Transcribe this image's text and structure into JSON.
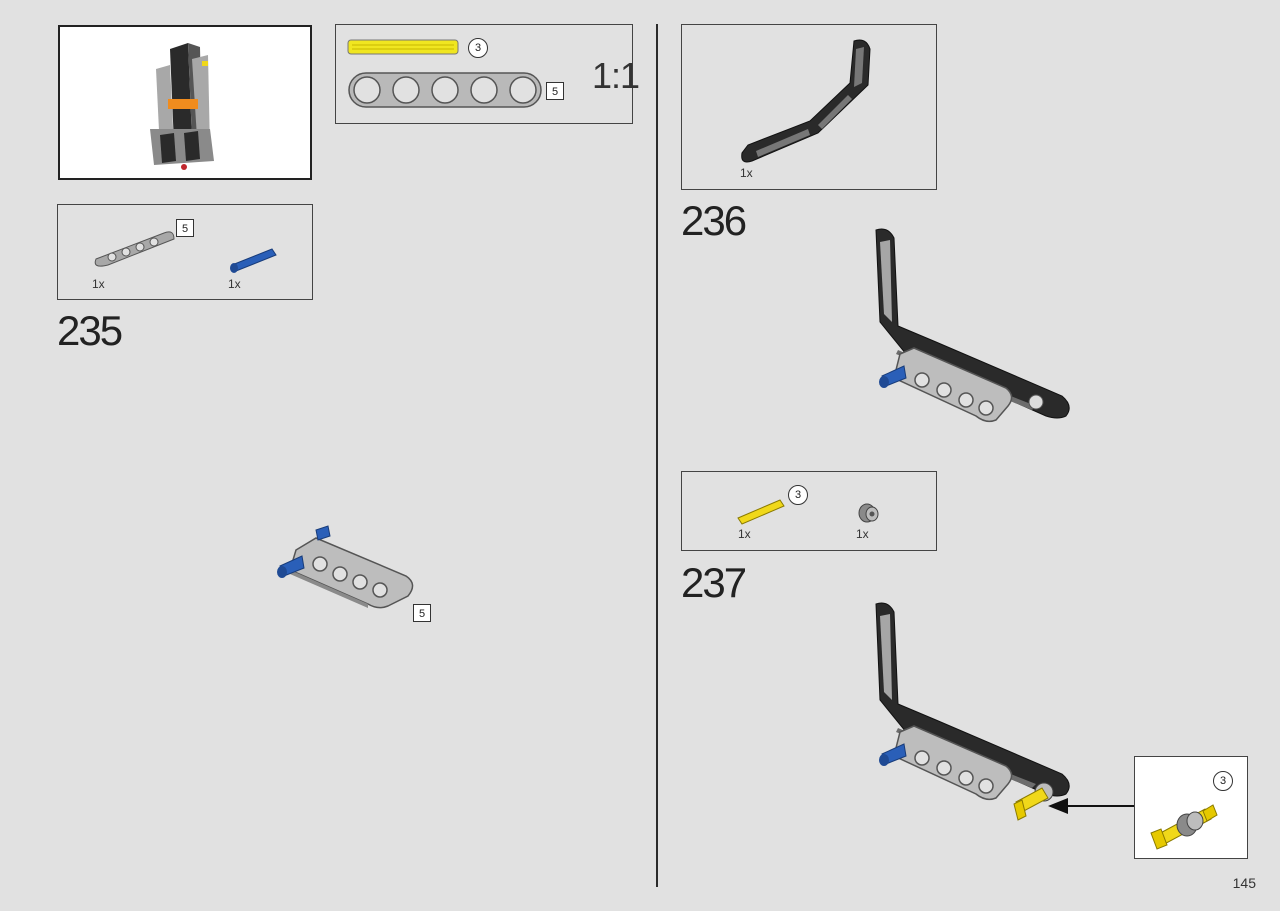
{
  "page_number": "145",
  "scale_label": "1:1",
  "scale_box": {
    "axle_count": "3",
    "beam_length": "5"
  },
  "step235": {
    "number": "235",
    "parts": [
      {
        "qty": "1x",
        "icon": "gray-beam-5-icon",
        "length": "5"
      },
      {
        "qty": "1x",
        "icon": "blue-pin-icon"
      }
    ],
    "assembly_badge": "5"
  },
  "step236": {
    "number": "236",
    "parts": [
      {
        "qty": "1x",
        "icon": "black-angled-beam-icon"
      }
    ]
  },
  "step237": {
    "number": "237",
    "parts": [
      {
        "qty": "1x",
        "icon": "yellow-axle-icon",
        "length": "3"
      },
      {
        "qty": "1x",
        "icon": "gray-bush-icon"
      }
    ],
    "callout_badge": "3"
  },
  "colors": {
    "background": "#e1e1e1",
    "black_beam": "#2a2a2a",
    "gray_beam": "#a8a8a8",
    "blue_pin": "#2a5fb8",
    "yellow_axle": "#f0d81a"
  }
}
